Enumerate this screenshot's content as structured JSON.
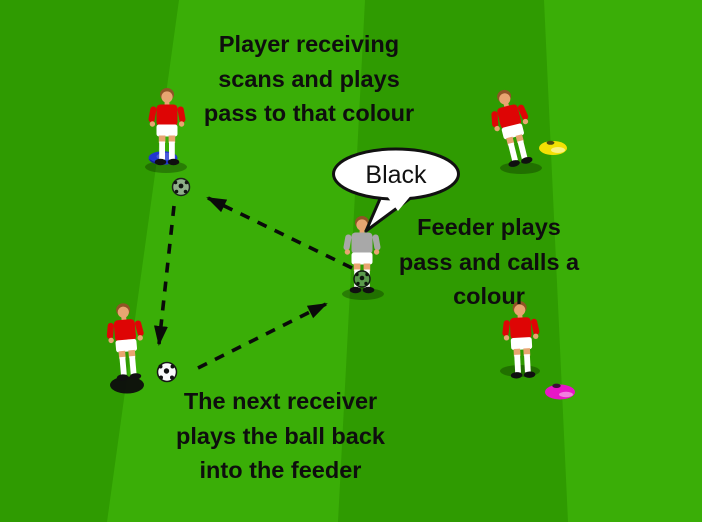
{
  "pitch": {
    "light": "#3aae07",
    "dark": "#2f9b01"
  },
  "annotations": {
    "top": {
      "lines": [
        "Player receiving",
        "scans and plays",
        "pass to that colour"
      ]
    },
    "feeder": {
      "lines": [
        "Feeder plays",
        "pass and calls a",
        "colour"
      ]
    },
    "bottom": {
      "lines": [
        "The next receiver",
        "plays the ball back",
        "into the feeder"
      ]
    }
  },
  "speech_bubble": {
    "label": "Black"
  },
  "players": [
    {
      "name": "receiver-top-left",
      "shirt": "#de0505"
    },
    {
      "name": "receiver-top-right",
      "shirt": "#de0505"
    },
    {
      "name": "feeder",
      "shirt": "#a8a8a8"
    },
    {
      "name": "receiver-bottom-left",
      "shirt": "#de0505"
    },
    {
      "name": "receiver-bottom-right",
      "shirt": "#de0505"
    }
  ],
  "cones": {
    "blue": "#2236d2",
    "yellow": "#f2e104",
    "magenta": "#e816c6"
  },
  "arrow_color": "#0a0a0a"
}
